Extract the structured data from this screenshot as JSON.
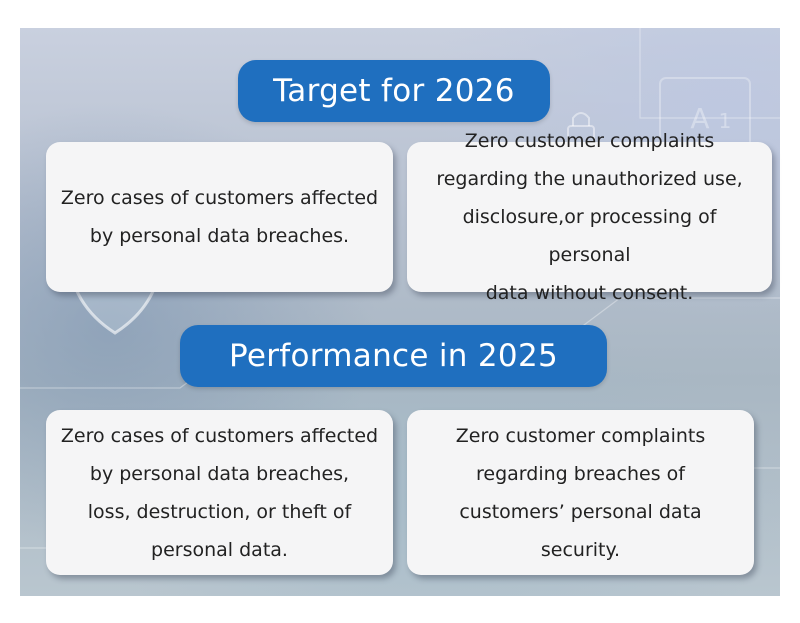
{
  "sections": [
    {
      "heading": "Target for 2026",
      "cards": [
        {
          "lines": [
            "Zero cases of customers affected",
            "by personal data breaches."
          ]
        },
        {
          "lines": [
            "Zero customer complaints",
            "regarding the unauthorized use,",
            "disclosure,or processing of personal",
            "data without consent."
          ]
        }
      ]
    },
    {
      "heading": "Performance in 2025",
      "cards": [
        {
          "lines": [
            "Zero cases of customers affected",
            "by personal data breaches,",
            "loss, destruction, or theft of",
            "personal data."
          ]
        },
        {
          "lines": [
            "Zero customer complaints",
            "regarding breaches of",
            "customers’ personal data security."
          ]
        }
      ]
    }
  ],
  "colors": {
    "heading_bg": "#1f6fbf",
    "heading_text": "#ffffff",
    "card_bg": "#f5f5f6",
    "card_text": "#222222"
  },
  "background_icons": [
    "shield-icon",
    "padlock-icon",
    "ai-chip-icon"
  ]
}
